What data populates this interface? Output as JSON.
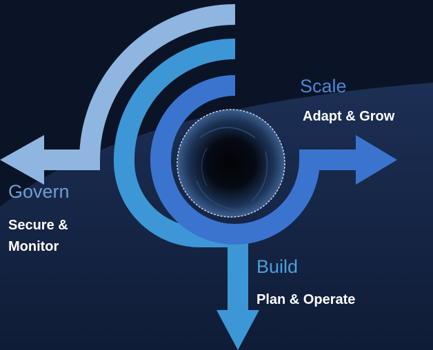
{
  "colors": {
    "background": "#0b1426",
    "background_band": "#1a2b4f",
    "govern_arrow": "#8fb6e0",
    "build_arrow": "#3d97d6",
    "scale_arrow": "#3a74cf",
    "govern_title": "#6e9ed6",
    "build_title": "#4aa0dc",
    "scale_title": "#4f86d6",
    "subtitle": "#ffffff"
  },
  "icons": {
    "center": "dark-swirl-orb-icon"
  },
  "sections": {
    "scale": {
      "title": "Scale",
      "subtitle": "Adapt & Grow"
    },
    "govern": {
      "title": "Govern",
      "subtitle_lines": [
        "Secure &",
        "Monitor"
      ]
    },
    "build": {
      "title": "Build",
      "subtitle": "Plan & Operate"
    }
  }
}
